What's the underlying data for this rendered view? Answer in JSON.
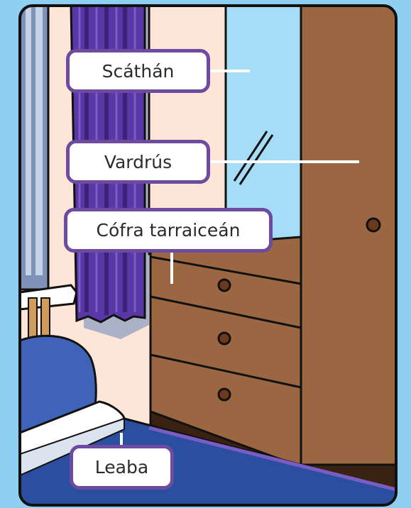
{
  "labels": {
    "mirror": "Scáthán",
    "wardrobe": "Vardrús",
    "chest_of_drawers": "Cófra tarraiceán",
    "bed": "Leaba"
  },
  "colors": {
    "background": "#8fd0f2",
    "label_border": "#6c4ba0",
    "wall": "#fde6d8",
    "curtain": "#5a37a6",
    "mirror": "#a6dcf5",
    "wood": "#9a6742",
    "floor": "#2b4fa0"
  }
}
